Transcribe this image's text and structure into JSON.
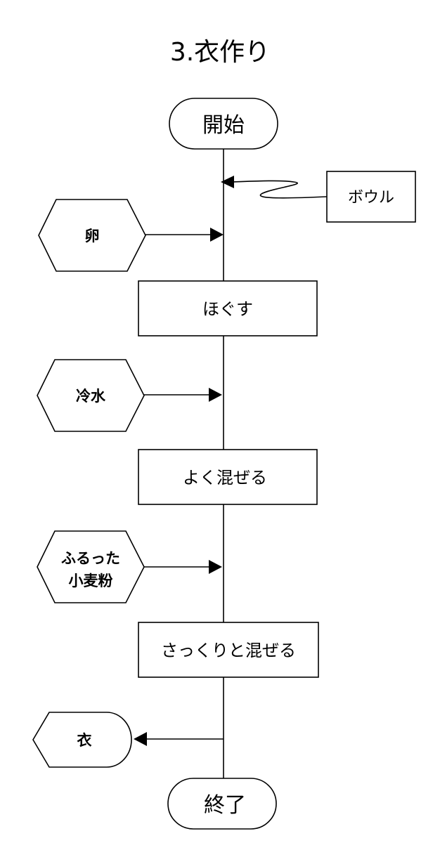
{
  "title": "3.衣作り",
  "start": "開始",
  "end": "終了",
  "tool": "ボウル",
  "inputs": {
    "egg": "卵",
    "cold_water": "冷水",
    "flour_line1": "ふるった",
    "flour_line2": "小麦粉"
  },
  "steps": {
    "loosen": "ほぐす",
    "mix_well": "よく混ぜる",
    "mix_lightly": "さっくりと混ぜる"
  },
  "output": "衣"
}
